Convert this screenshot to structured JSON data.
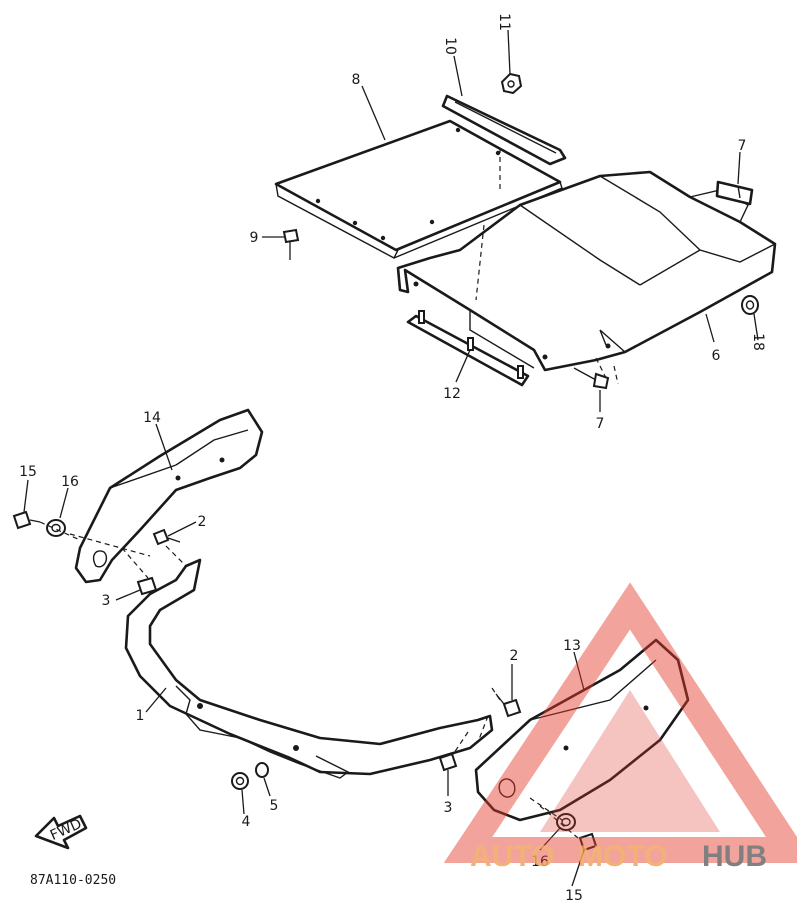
{
  "diagram": {
    "part_code": "87A110-0250",
    "fwd_label": "FWD",
    "callouts": {
      "c1": "1",
      "c2a": "2",
      "c2b": "2",
      "c3a": "3",
      "c3b": "3",
      "c4": "4",
      "c5": "5",
      "c6": "6",
      "c7a": "7",
      "c7b": "7",
      "c8": "8",
      "c9": "9",
      "c10": "10",
      "c11": "11",
      "c12": "12",
      "c13": "13",
      "c14": "14",
      "c15a": "15",
      "c15b": "15",
      "c16a": "16",
      "c16b": "16",
      "c18": "18"
    }
  },
  "watermark": {
    "text_part1": "AUTO",
    "text_part2": "MOTO",
    "text_part3": "HUB",
    "color_orange": "#f0a560",
    "color_dark": "#6a6a6a",
    "color_red": "#e23a2a"
  }
}
